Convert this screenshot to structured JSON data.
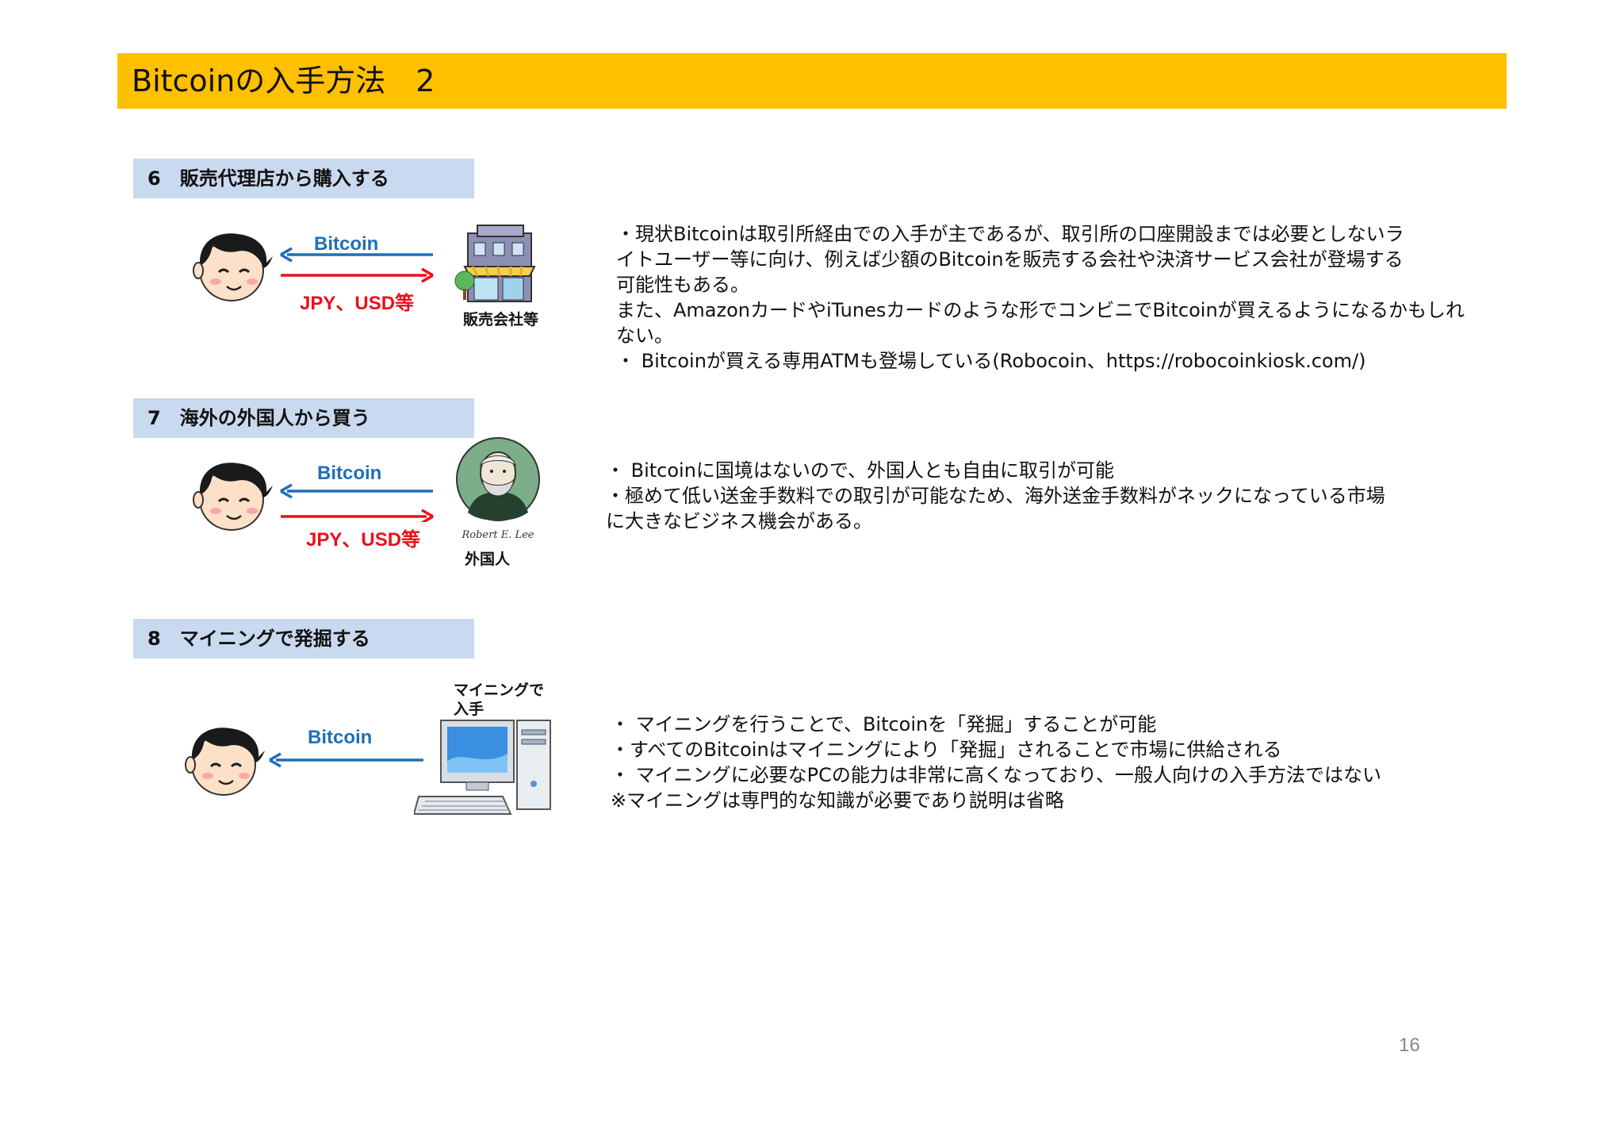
{
  "slide": {
    "title": "Bitcoinの入手方法　2",
    "page_number": "16"
  },
  "section6": {
    "header": "6　販売代理店から購入する",
    "arrow_top_label": "Bitcoin",
    "arrow_bottom_label": "JPY、USD等",
    "entity_caption": "販売会社等",
    "lines": [
      "・現状Bitcoinは取引所経由での入手が主であるが、取引所の口座開設までは必要としないラ",
      "イトユーザー等に向け、例えば少額のBitcoinを販売する会社や決済サービス会社が登場する",
      "可能性もある。",
      "また、AmazonカードやiTunesカードのような形でコンビニでBitcoinが買えるようになるかもしれ",
      "ない。",
      "・ Bitcoinが買える専用ATMも登場している(Robocoin、https://robocoinkiosk.com/)"
    ]
  },
  "section7": {
    "header": "7　海外の外国人から買う",
    "arrow_top_label": "Bitcoin",
    "arrow_bottom_label": "JPY、USD等",
    "portrait_signature": "Robert E. Lee",
    "entity_caption": "外国人",
    "lines": [
      "・ Bitcoinに国境はないので、外国人とも自由に取引が可能",
      "・極めて低い送金手数料での取引が可能なため、海外送金手数料がネックになっている市場",
      "に大きなビジネス機会がある。"
    ]
  },
  "section8": {
    "header": "8　マイニングで発掘する",
    "arrow_top_label": "Bitcoin",
    "entity_caption_line1": "マイニングで",
    "entity_caption_line2": "入手",
    "lines": [
      "・ マイニングを行うことで、Bitcoinを「発掘」することが可能",
      "・すべてのBitcoinはマイニングにより「発掘」されることで市場に供給される",
      "・ マイニングに必要なPCの能力は非常に高くなっており、一般人向けの入手方法ではない",
      "※マイニングは専門的な知識が必要であり説明は省略"
    ]
  },
  "colors": {
    "title_bar": "#FFC000",
    "section_header": "#C9D9EF",
    "arrow_blue": "#1F6FB6",
    "arrow_red": "#E8101A"
  },
  "icons": [
    "person-face-icon",
    "shop-building-icon",
    "portrait-icon",
    "desktop-pc-icon"
  ]
}
